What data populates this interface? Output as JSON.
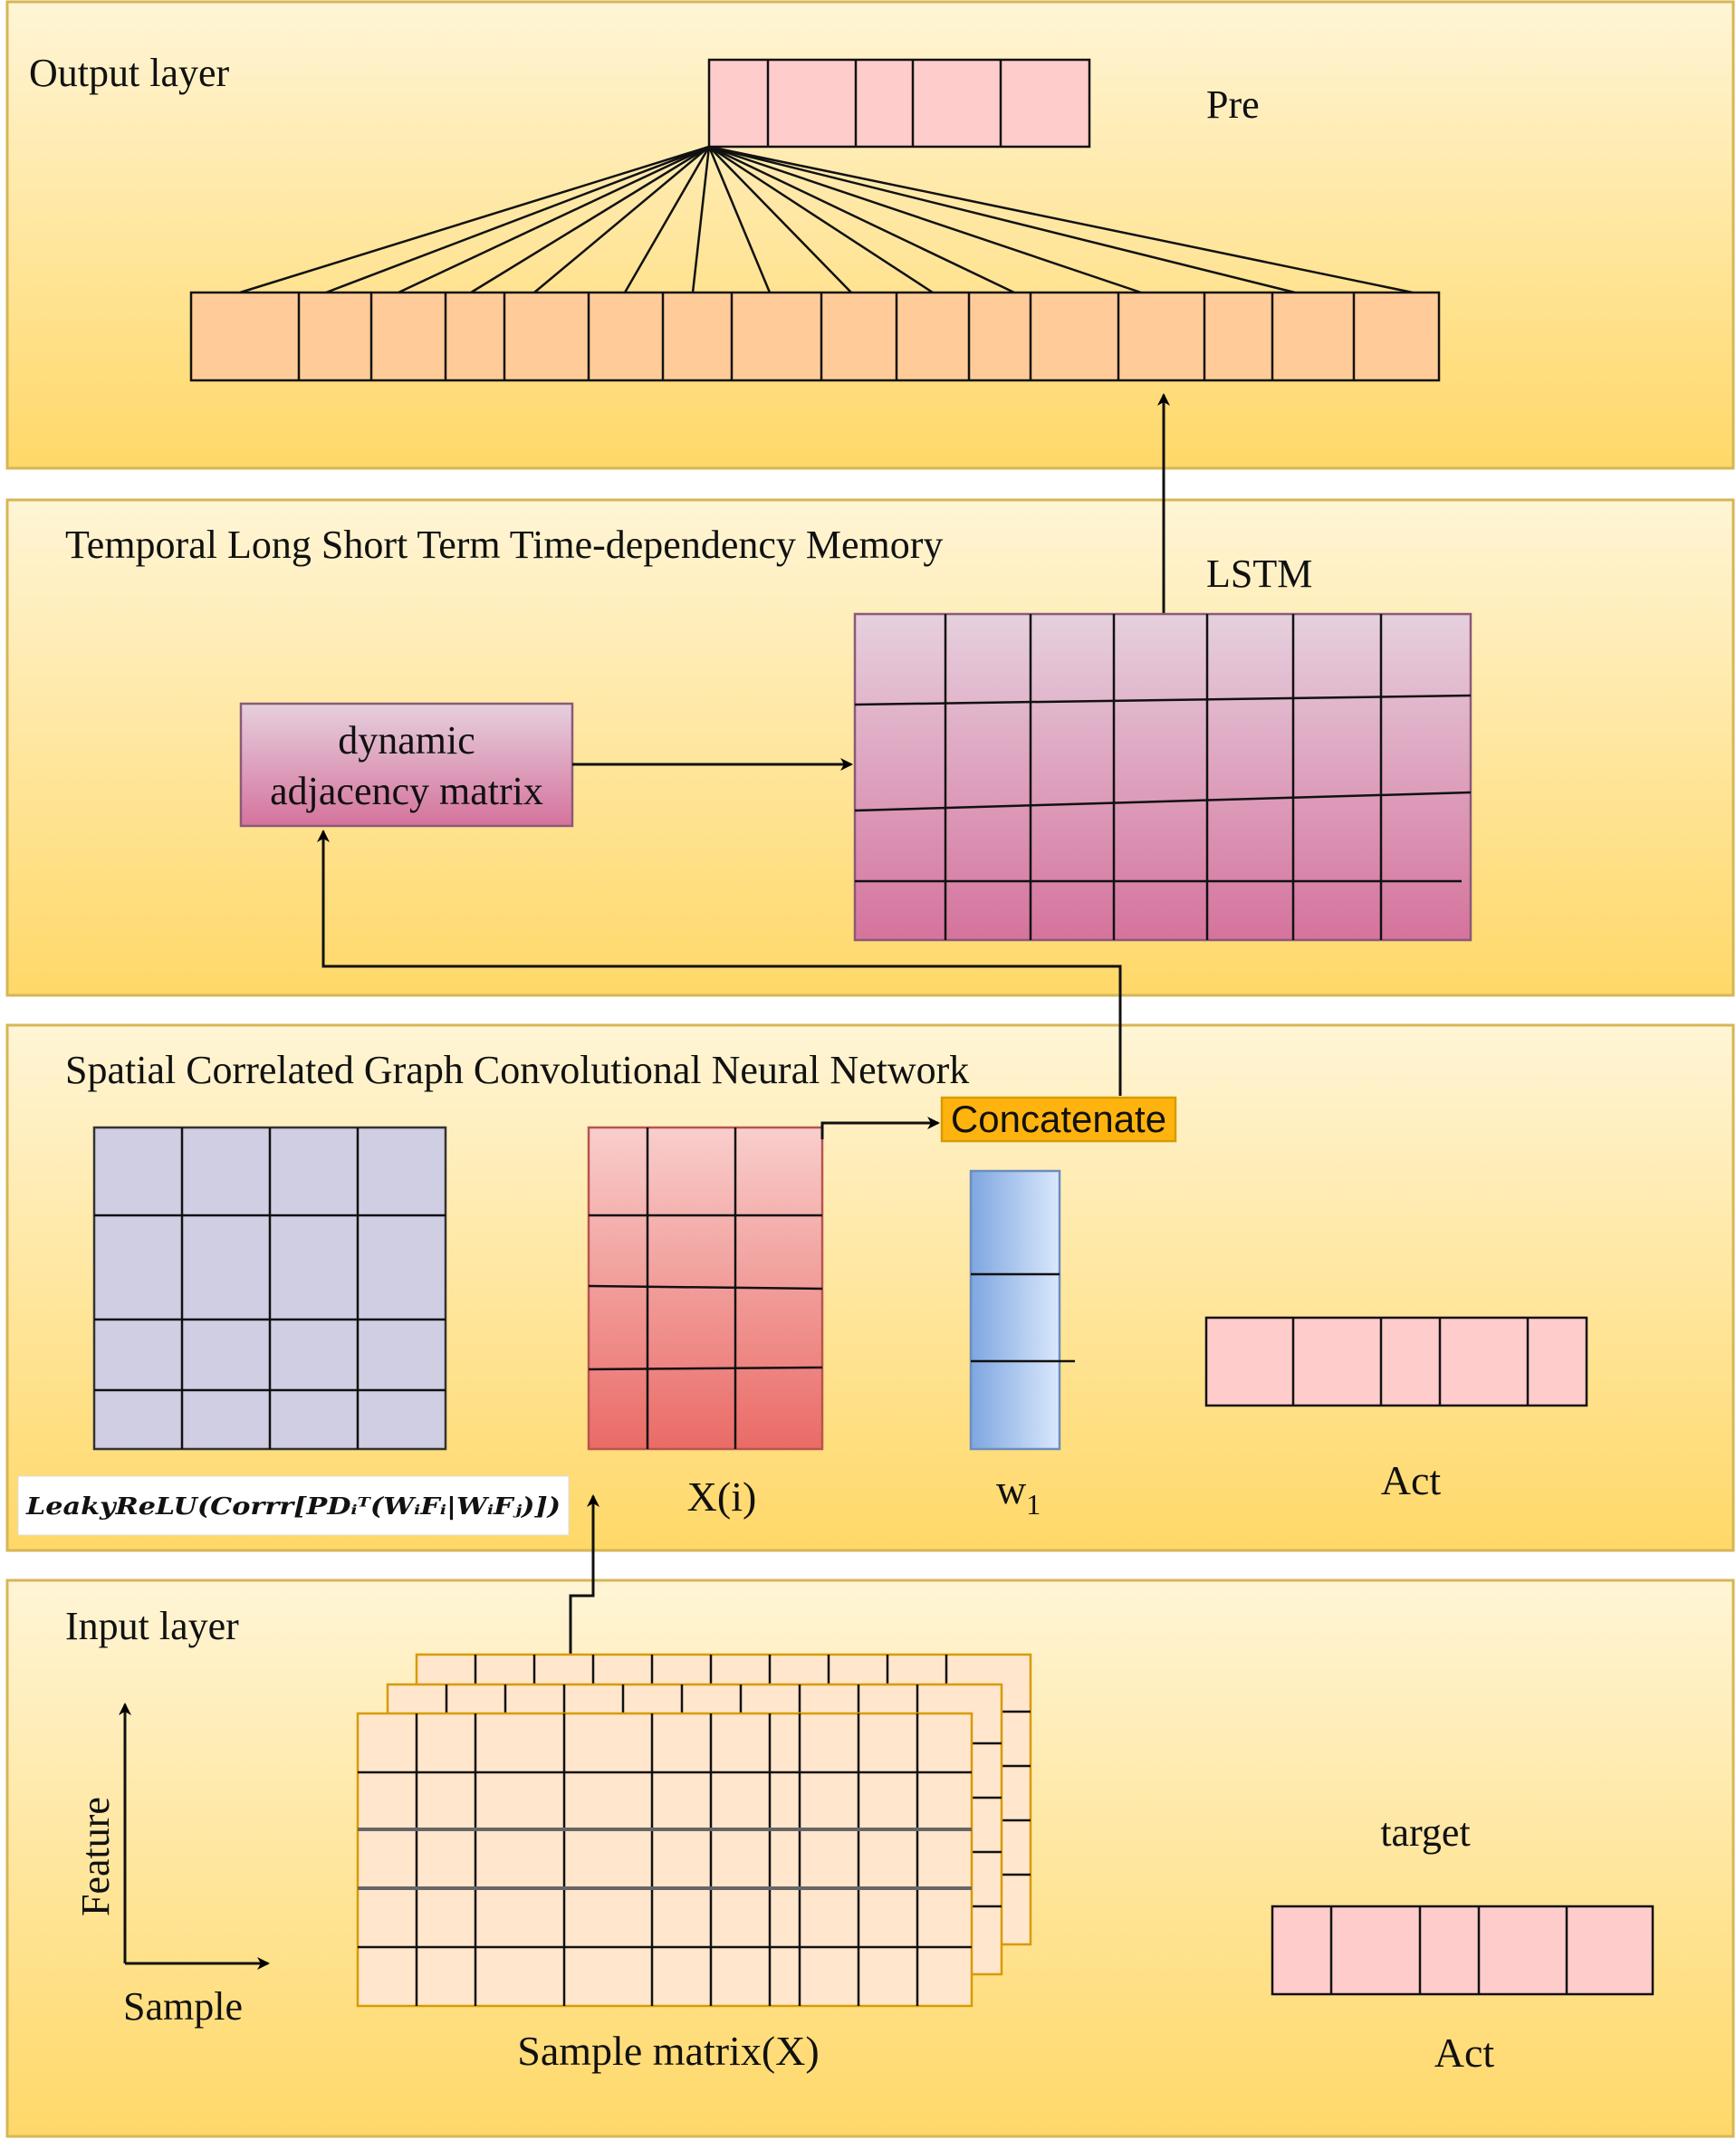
{
  "panels": {
    "output": {
      "title": "Output layer",
      "pre_label": "Pre"
    },
    "temporal": {
      "title": "Temporal Long Short Term Time-dependency Memory",
      "lstm_label": "LSTM",
      "adj_line1": "dynamic",
      "adj_line2": "adjacency matrix"
    },
    "spatial": {
      "title": "Spatial Correlated Graph Convolutional Neural Network",
      "concat_label": "Concatenate",
      "formula": "LeakyReLU(Corrr[PDᵢᵀ(WᵢFᵢ|WᵢFⱼ)])",
      "xi_label": "X(i)",
      "w1_label": "w",
      "w1_sub": "1",
      "act_label": "Act"
    },
    "input": {
      "title": "Input layer",
      "axis_feature": "Feature",
      "axis_sample": "Sample",
      "matrix_label": "Sample matrix(X)",
      "target_label": "target",
      "act_label": "Act"
    }
  },
  "colors": {
    "panel_top": "#fff5d6",
    "panel_bottom": "#ffd868",
    "panel_border": "#d6b656",
    "pink": "#ffcccc",
    "orange": "#ffcc99",
    "peach": "#ffe6cc",
    "lavender": "#d0cee2",
    "magenta_top": "#e6d0de",
    "magenta_bottom": "#d5739d",
    "red_top": "#f8cecc",
    "red_bottom": "#ea6b66",
    "blue_left": "#7ea6e0",
    "blue_right": "#dae8fc",
    "concat_fill": "#ffb30f",
    "concat_border": "#d79b00"
  }
}
